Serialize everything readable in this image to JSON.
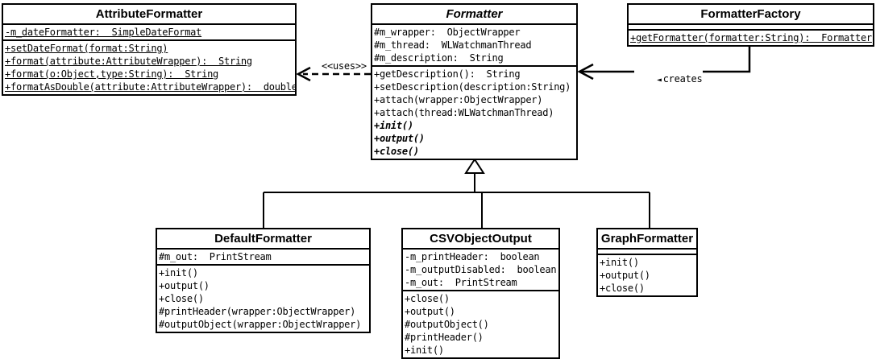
{
  "diagram": {
    "type": "uml-class-diagram",
    "background": "#ffffff",
    "line_color": "#000000",
    "relationships": {
      "uses": {
        "label": "<<uses>>",
        "from": "Formatter",
        "to": "AttributeFormatter",
        "style": "dashed-dependency"
      },
      "creates": {
        "label": "creates",
        "arrow_glyph": "◄",
        "from": "FormatterFactory",
        "to": "Formatter",
        "style": "solid-arrow"
      },
      "generalization": {
        "parent": "Formatter",
        "children": [
          "DefaultFormatter",
          "CSVObjectOutput",
          "GraphFormatter"
        ]
      }
    }
  },
  "classes": {
    "attribute_formatter": {
      "name": "AttributeFormatter",
      "abstract": false,
      "attributes": [
        {
          "text": "-m_dateFormatter:  SimpleDateFormat",
          "static": true
        }
      ],
      "methods": [
        {
          "text": "+setDateFormat(format:String)",
          "static": true
        },
        {
          "text": "+format(attribute:AttributeWrapper):  String",
          "static": true
        },
        {
          "text": "+format(o:Object,type:String):  String",
          "static": true
        },
        {
          "text": "+formatAsDouble(attribute:AttributeWrapper):  double",
          "static": true
        }
      ]
    },
    "formatter": {
      "name": "Formatter",
      "abstract": true,
      "attributes": [
        {
          "text": "#m_wrapper:  ObjectWrapper"
        },
        {
          "text": "#m_thread:  WLWatchmanThread"
        },
        {
          "text": "#m_description:  String"
        }
      ],
      "methods": [
        {
          "text": "+getDescription():  String"
        },
        {
          "text": "+setDescription(description:String)"
        },
        {
          "text": "+attach(wrapper:ObjectWrapper)"
        },
        {
          "text": "+attach(thread:WLWatchmanThread)"
        },
        {
          "text": "+init()",
          "abstract": true
        },
        {
          "text": "+output()",
          "abstract": true
        },
        {
          "text": "+close()",
          "abstract": true
        }
      ]
    },
    "formatter_factory": {
      "name": "FormatterFactory",
      "abstract": false,
      "attributes": [],
      "methods": [
        {
          "text": "+getFormatter(formatter:String):  Formatter",
          "static": true
        }
      ]
    },
    "default_formatter": {
      "name": "DefaultFormatter",
      "abstract": false,
      "attributes": [
        {
          "text": "#m_out:  PrintStream"
        }
      ],
      "methods": [
        {
          "text": "+init()"
        },
        {
          "text": "+output()"
        },
        {
          "text": "+close()"
        },
        {
          "text": "#printHeader(wrapper:ObjectWrapper)"
        },
        {
          "text": "#outputObject(wrapper:ObjectWrapper)"
        }
      ]
    },
    "csv_object_output": {
      "name": "CSVObjectOutput",
      "abstract": false,
      "attributes": [
        {
          "text": "-m_printHeader:  boolean"
        },
        {
          "text": "-m_outputDisabled:  boolean"
        },
        {
          "text": "-m_out:  PrintStream"
        }
      ],
      "methods": [
        {
          "text": "+close()"
        },
        {
          "text": "+output()"
        },
        {
          "text": "#outputObject()"
        },
        {
          "text": "#printHeader()"
        },
        {
          "text": "+init()"
        }
      ]
    },
    "graph_formatter": {
      "name": "GraphFormatter",
      "abstract": false,
      "attributes": [],
      "methods": [
        {
          "text": "+init()"
        },
        {
          "text": "+output()"
        },
        {
          "text": "+close()"
        }
      ]
    }
  }
}
